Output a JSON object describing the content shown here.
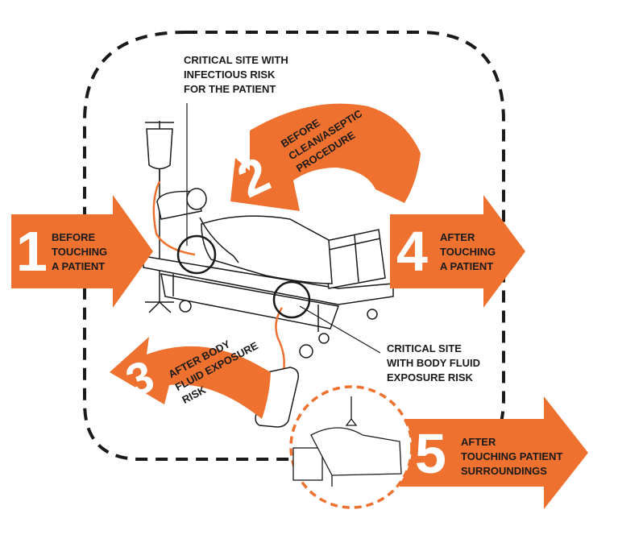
{
  "colors": {
    "accent": "#ee7130",
    "ink": "#1a1a1a",
    "background": "#ffffff"
  },
  "critical_sites": {
    "infectious": "CRITICAL SITE WITH\nINFECTIOUS RISK\nFOR THE PATIENT",
    "body_fluid": "CRITICAL SITE\nWITH BODY FLUID\nEXPOSURE RISK"
  },
  "moments": [
    {
      "number": "1",
      "label": "BEFORE\nTOUCHING\nA PATIENT"
    },
    {
      "number": "2",
      "label": "BEFORE\nCLEAN/ASEPTIC\nPROCEDURE"
    },
    {
      "number": "3",
      "label": "AFTER BODY\nFLUID EXPOSURE\nRISK"
    },
    {
      "number": "4",
      "label": "AFTER\nTOUCHING\nA PATIENT"
    },
    {
      "number": "5",
      "label": "AFTER\nTOUCHING PATIENT\nSURROUNDINGS"
    }
  ]
}
